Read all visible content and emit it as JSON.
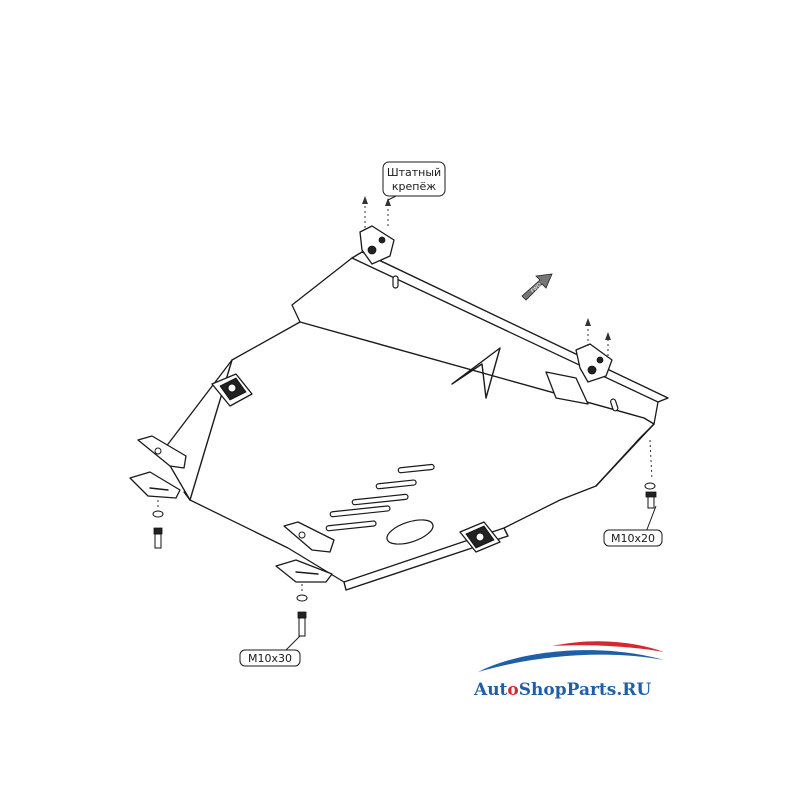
{
  "callouts": {
    "stock_fastener_line1": "Штатный",
    "stock_fastener_line2": "крепёж",
    "bolt_right": "M10x20",
    "bolt_left": "M10x30"
  },
  "direction_marker": "FWD",
  "logo": {
    "text": "AutoShopParts.RU",
    "colors": {
      "arc_blue": "#1f5fa8",
      "arc_red": "#d7282f",
      "text_blue": "#1f5fa8",
      "text_red": "#d7282f"
    }
  }
}
